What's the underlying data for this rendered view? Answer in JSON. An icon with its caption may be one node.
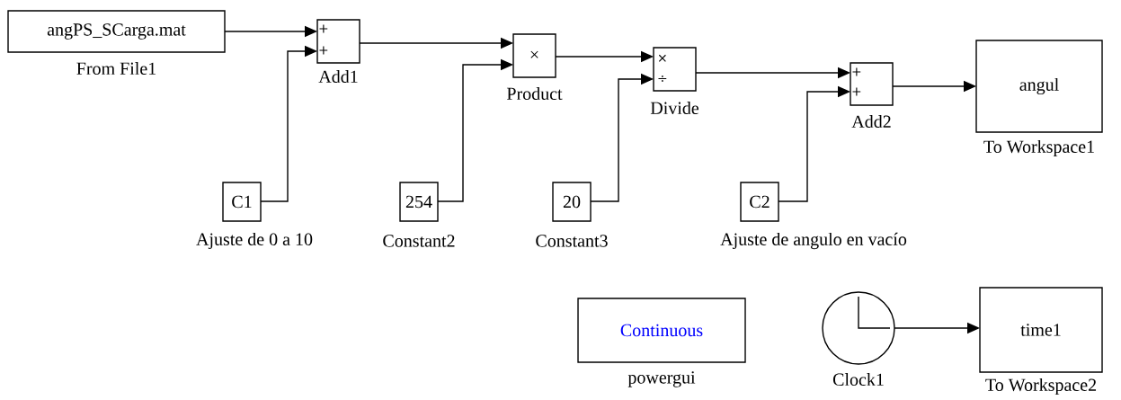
{
  "diagram": {
    "nodes": [
      {
        "text": [
          "angPS_SCarga.mat"
        ],
        "beside": [
          "From File1"
        ]
      },
      {
        "text": [
          "+",
          "+"
        ],
        "beside": [
          "Add1"
        ]
      },
      {
        "text": [
          "C1"
        ],
        "beside": [
          "Ajuste de 0 a 10"
        ]
      },
      {
        "text": [
          "×"
        ],
        "beside": [
          "Product"
        ]
      },
      {
        "text": [
          "254"
        ],
        "beside": [
          "Constant2"
        ]
      },
      {
        "text": [
          "×",
          "÷"
        ],
        "beside": [
          "Divide"
        ]
      },
      {
        "text": [
          "20"
        ],
        "beside": [
          "Constant3"
        ]
      },
      {
        "text": [
          "+",
          "+"
        ],
        "beside": [
          "Add2"
        ]
      },
      {
        "text": [
          "C2"
        ],
        "beside": [
          "Ajuste de angulo en vacío"
        ]
      },
      {
        "text": [
          "angul"
        ],
        "beside": [
          "To Workspace1"
        ]
      },
      {
        "text": [
          "Continuous"
        ],
        "beside": [
          "powergui"
        ]
      },
      {
        "text": [],
        "shape": "circle",
        "beside": [
          "Clock1"
        ]
      },
      {
        "text": [
          "time1"
        ],
        "beside": [
          "To Workspace2"
        ]
      }
    ],
    "edges": [
      {
        "from": 0,
        "to": 1,
        "arrow": "to"
      },
      {
        "from": 2,
        "to": 1,
        "arrow": "to"
      },
      {
        "from": 1,
        "to": 3,
        "arrow": "to"
      },
      {
        "from": 4,
        "to": 3,
        "arrow": "to"
      },
      {
        "from": 3,
        "to": 5,
        "arrow": "to"
      },
      {
        "from": 6,
        "to": 5,
        "arrow": "to"
      },
      {
        "from": 5,
        "to": 7,
        "arrow": "to"
      },
      {
        "from": 8,
        "to": 7,
        "arrow": "to"
      },
      {
        "from": 7,
        "to": 9,
        "arrow": "to"
      },
      {
        "from": 11,
        "to": 12,
        "arrow": "to"
      }
    ]
  }
}
